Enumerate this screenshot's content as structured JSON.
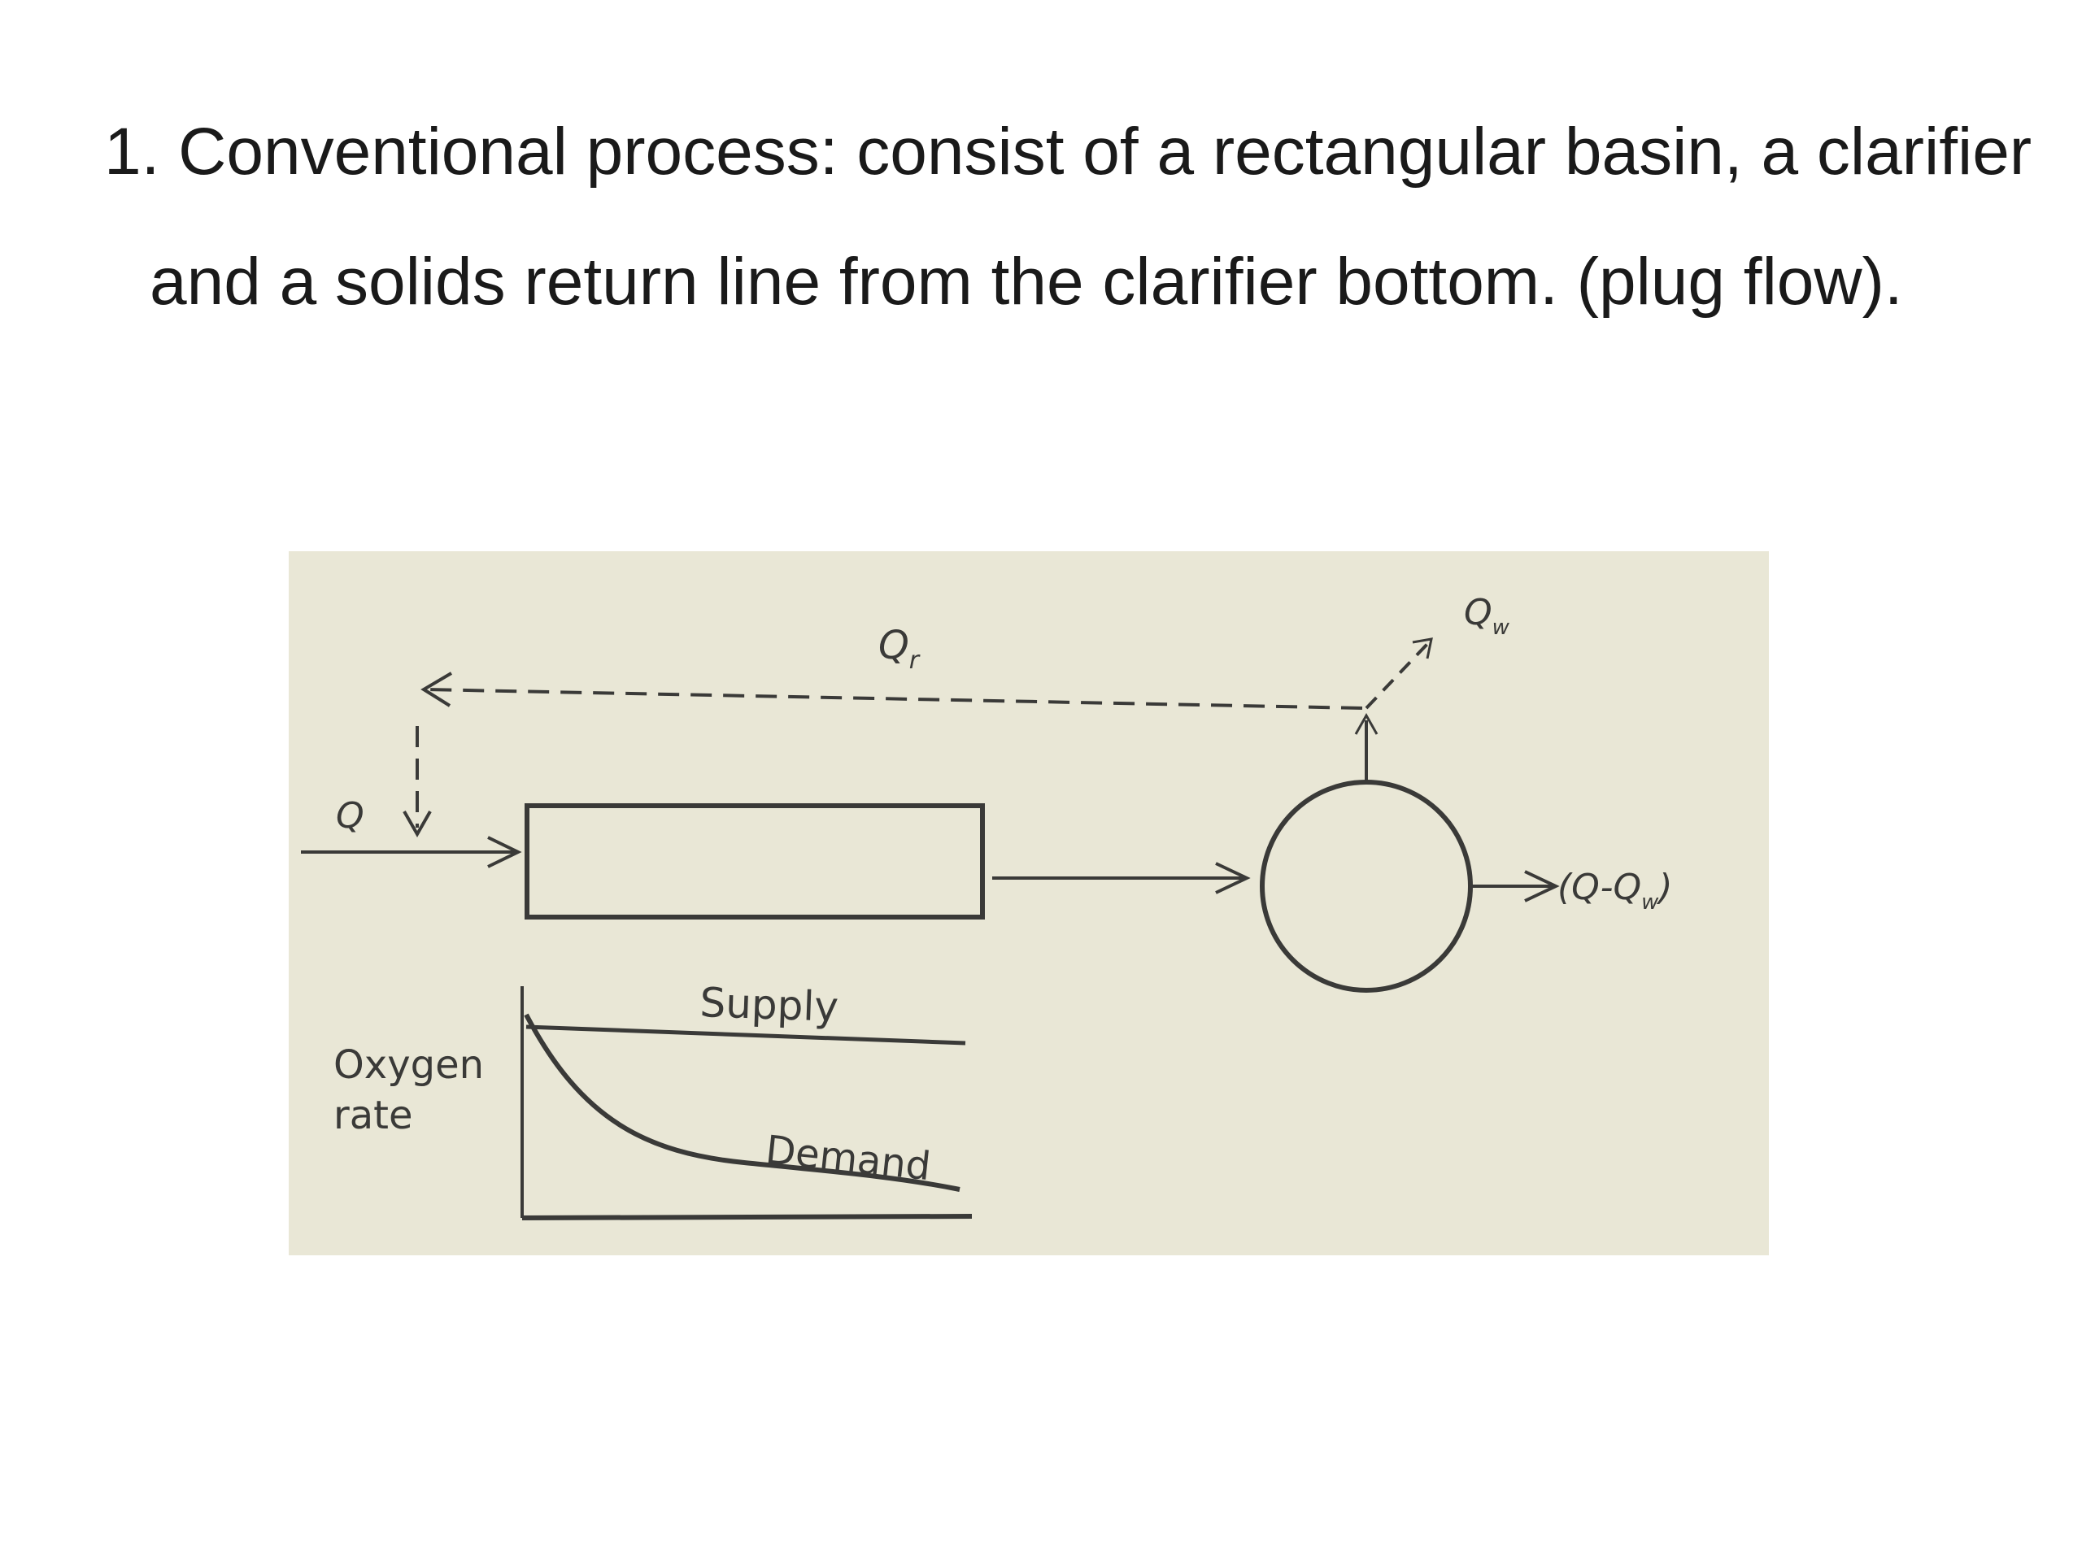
{
  "slide": {
    "line1": "1. Conventional process: consist of a rectangular basin, a clarifier",
    "line2": "and a solids return line from the clarifier bottom.  (plug flow)."
  },
  "diagram": {
    "labels": {
      "inflow": "Q",
      "return_flow": "Q",
      "return_flow_sub": "r",
      "waste_flow": "Q",
      "waste_flow_sub": "w",
      "effluent_prefix": "(Q-Q",
      "effluent_sub": "w",
      "effluent_suffix": ")",
      "supply": "Supply",
      "demand": "Demand",
      "y_axis_line1": "Oxygen",
      "y_axis_line2": "rate"
    },
    "colors": {
      "background": "#e9e7d6",
      "ink": "#3a3a38"
    }
  }
}
